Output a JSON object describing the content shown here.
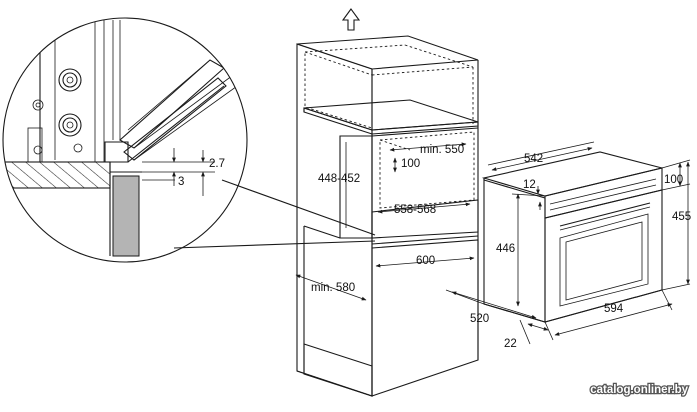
{
  "colors": {
    "line": "#1a1a1a",
    "gray_panel": "#b4b4b4",
    "hatch": "#2a2a2a",
    "background": "#ffffff"
  },
  "icons": [
    "up-arrow-icon",
    "connector-knob-icon"
  ],
  "detail_view": {
    "gap_label": "2.7",
    "depth_label": "3"
  },
  "cabinet": {
    "niche_height_label": "448-452",
    "niche_width_label": "min. 550",
    "top_gap_label": "100",
    "niche_depth_label": "558-568",
    "cabinet_width_label": "600",
    "cabinet_depth_label": "min. 580"
  },
  "oven": {
    "width_label": "542",
    "panel_height_label": "100",
    "offset_label": "12",
    "total_height_label": "455",
    "body_height_label": "446",
    "depth_label": "520",
    "front_label": "22",
    "front_width_label": "594"
  },
  "watermark": "catalog.onliner.by"
}
